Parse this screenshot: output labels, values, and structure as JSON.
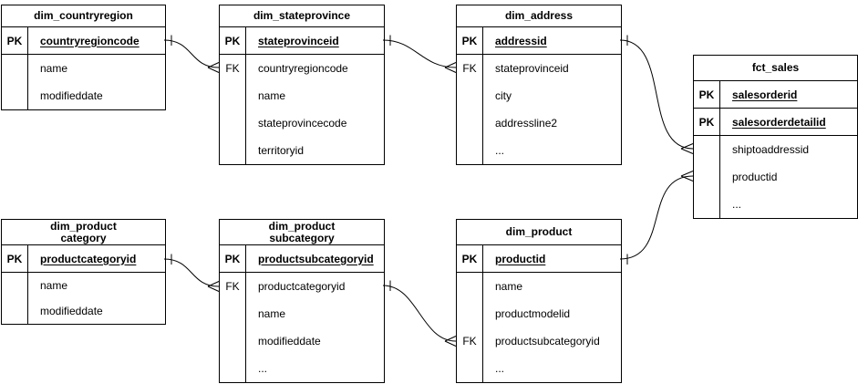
{
  "diagram": {
    "background_color": "#ffffff",
    "line_color": "#000000",
    "text_color": "#000000",
    "tables": {
      "countryregion": {
        "title": "dim_countryregion",
        "rows": [
          {
            "key": "PK",
            "name": "countryregioncode"
          },
          {
            "key": "",
            "name": "name"
          },
          {
            "key": "",
            "name": "modifieddate"
          }
        ]
      },
      "stateprovince": {
        "title": "dim_stateprovince",
        "rows": [
          {
            "key": "PK",
            "name": "stateprovinceid"
          },
          {
            "key": "FK",
            "name": "countryregioncode"
          },
          {
            "key": "",
            "name": "name"
          },
          {
            "key": "",
            "name": "stateprovincecode"
          },
          {
            "key": "",
            "name": "territoryid"
          }
        ]
      },
      "address": {
        "title": "dim_address",
        "rows": [
          {
            "key": "PK",
            "name": "addressid"
          },
          {
            "key": "FK",
            "name": "stateprovinceid"
          },
          {
            "key": "",
            "name": "city"
          },
          {
            "key": "",
            "name": "addressline2"
          },
          {
            "key": "",
            "name": "..."
          }
        ]
      },
      "fct_sales": {
        "title": "fct_sales",
        "rows": [
          {
            "key": "PK",
            "name": "salesorderid"
          },
          {
            "key": "PK",
            "name": "salesorderdetailid"
          },
          {
            "key": "",
            "name": "shiptoaddressid"
          },
          {
            "key": "",
            "name": "productid"
          },
          {
            "key": "",
            "name": "..."
          }
        ]
      },
      "productcategory": {
        "title": "dim_product\ncategory",
        "rows": [
          {
            "key": "PK",
            "name": "productcategoryid"
          },
          {
            "key": "",
            "name": "name"
          },
          {
            "key": "",
            "name": "modifieddate"
          }
        ]
      },
      "productsubcategory": {
        "title": "dim_product\nsubcategory",
        "rows": [
          {
            "key": "PK",
            "name": "productsubcategoryid"
          },
          {
            "key": "FK",
            "name": "productcategoryid"
          },
          {
            "key": "",
            "name": "name"
          },
          {
            "key": "",
            "name": "modifieddate"
          },
          {
            "key": "",
            "name": "..."
          }
        ]
      },
      "product": {
        "title": "dim_product",
        "rows": [
          {
            "key": "PK",
            "name": "productid"
          },
          {
            "key": "",
            "name": "name"
          },
          {
            "key": "",
            "name": "productmodelid"
          },
          {
            "key": "FK",
            "name": "productsubcategoryid"
          },
          {
            "key": "",
            "name": "..."
          }
        ]
      }
    },
    "relationships": [
      {
        "from": "dim_countryregion.countryregioncode",
        "to": "dim_stateprovince.countryregioncode",
        "from_cardinality": "one",
        "to_cardinality": "many"
      },
      {
        "from": "dim_stateprovince.stateprovinceid",
        "to": "dim_address.stateprovinceid",
        "from_cardinality": "one",
        "to_cardinality": "many"
      },
      {
        "from": "dim_address.addressid",
        "to": "fct_sales.shiptoaddressid",
        "from_cardinality": "one",
        "to_cardinality": "many"
      },
      {
        "from": "dim_product.productid",
        "to": "fct_sales.productid",
        "from_cardinality": "one",
        "to_cardinality": "many"
      },
      {
        "from": "dim_product category.productcategoryid",
        "to": "dim_product subcategory.productcategoryid",
        "from_cardinality": "one",
        "to_cardinality": "many"
      },
      {
        "from": "dim_product subcategory.productsubcategoryid",
        "to": "dim_product.productsubcategoryid",
        "from_cardinality": "one",
        "to_cardinality": "many"
      }
    ]
  }
}
